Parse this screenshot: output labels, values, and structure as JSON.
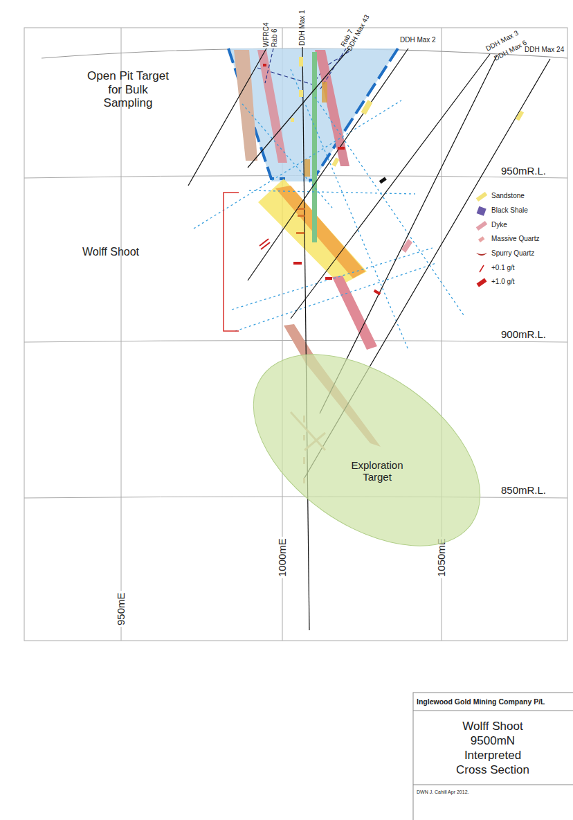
{
  "diagram": {
    "title": "Wolff Shoot 9500mN Interpreted Cross Section",
    "nodes": [
      {
        "text": [
          "Exploration Target"
        ]
      }
    ],
    "labels": [
      "WFRC4",
      "Rab 6",
      "DDH Max 1",
      "Rab 7",
      "DDH Max 43",
      "DDH Max 2",
      "DDH Max 3",
      "DDH Max 6",
      "DDH Max 24",
      "Open Pit Target for Bulk Sampling",
      "950mR.L.",
      "Wolff Shoot",
      "900mR.L.",
      "850mR.L.",
      "950mE",
      "1000mE",
      "1050mE",
      "Inglewood Gold Mining Company P/L",
      "DWN J. Cahill Apr 2012."
    ],
    "legend": [
      {
        "text": "Sandstone",
        "color": "#f3e37a"
      },
      {
        "text": "Black Shale",
        "color": "#6a5aa8"
      },
      {
        "text": "Dyke",
        "color": "#e3a0aa"
      },
      {
        "text": "Massive Quartz",
        "color": "#e8a3a3"
      },
      {
        "text": "Spurry Quartz"
      },
      {
        "text": "+0.1 g/t"
      },
      {
        "text": "+1.0 g/t",
        "color": "#cc1e1e"
      }
    ]
  }
}
